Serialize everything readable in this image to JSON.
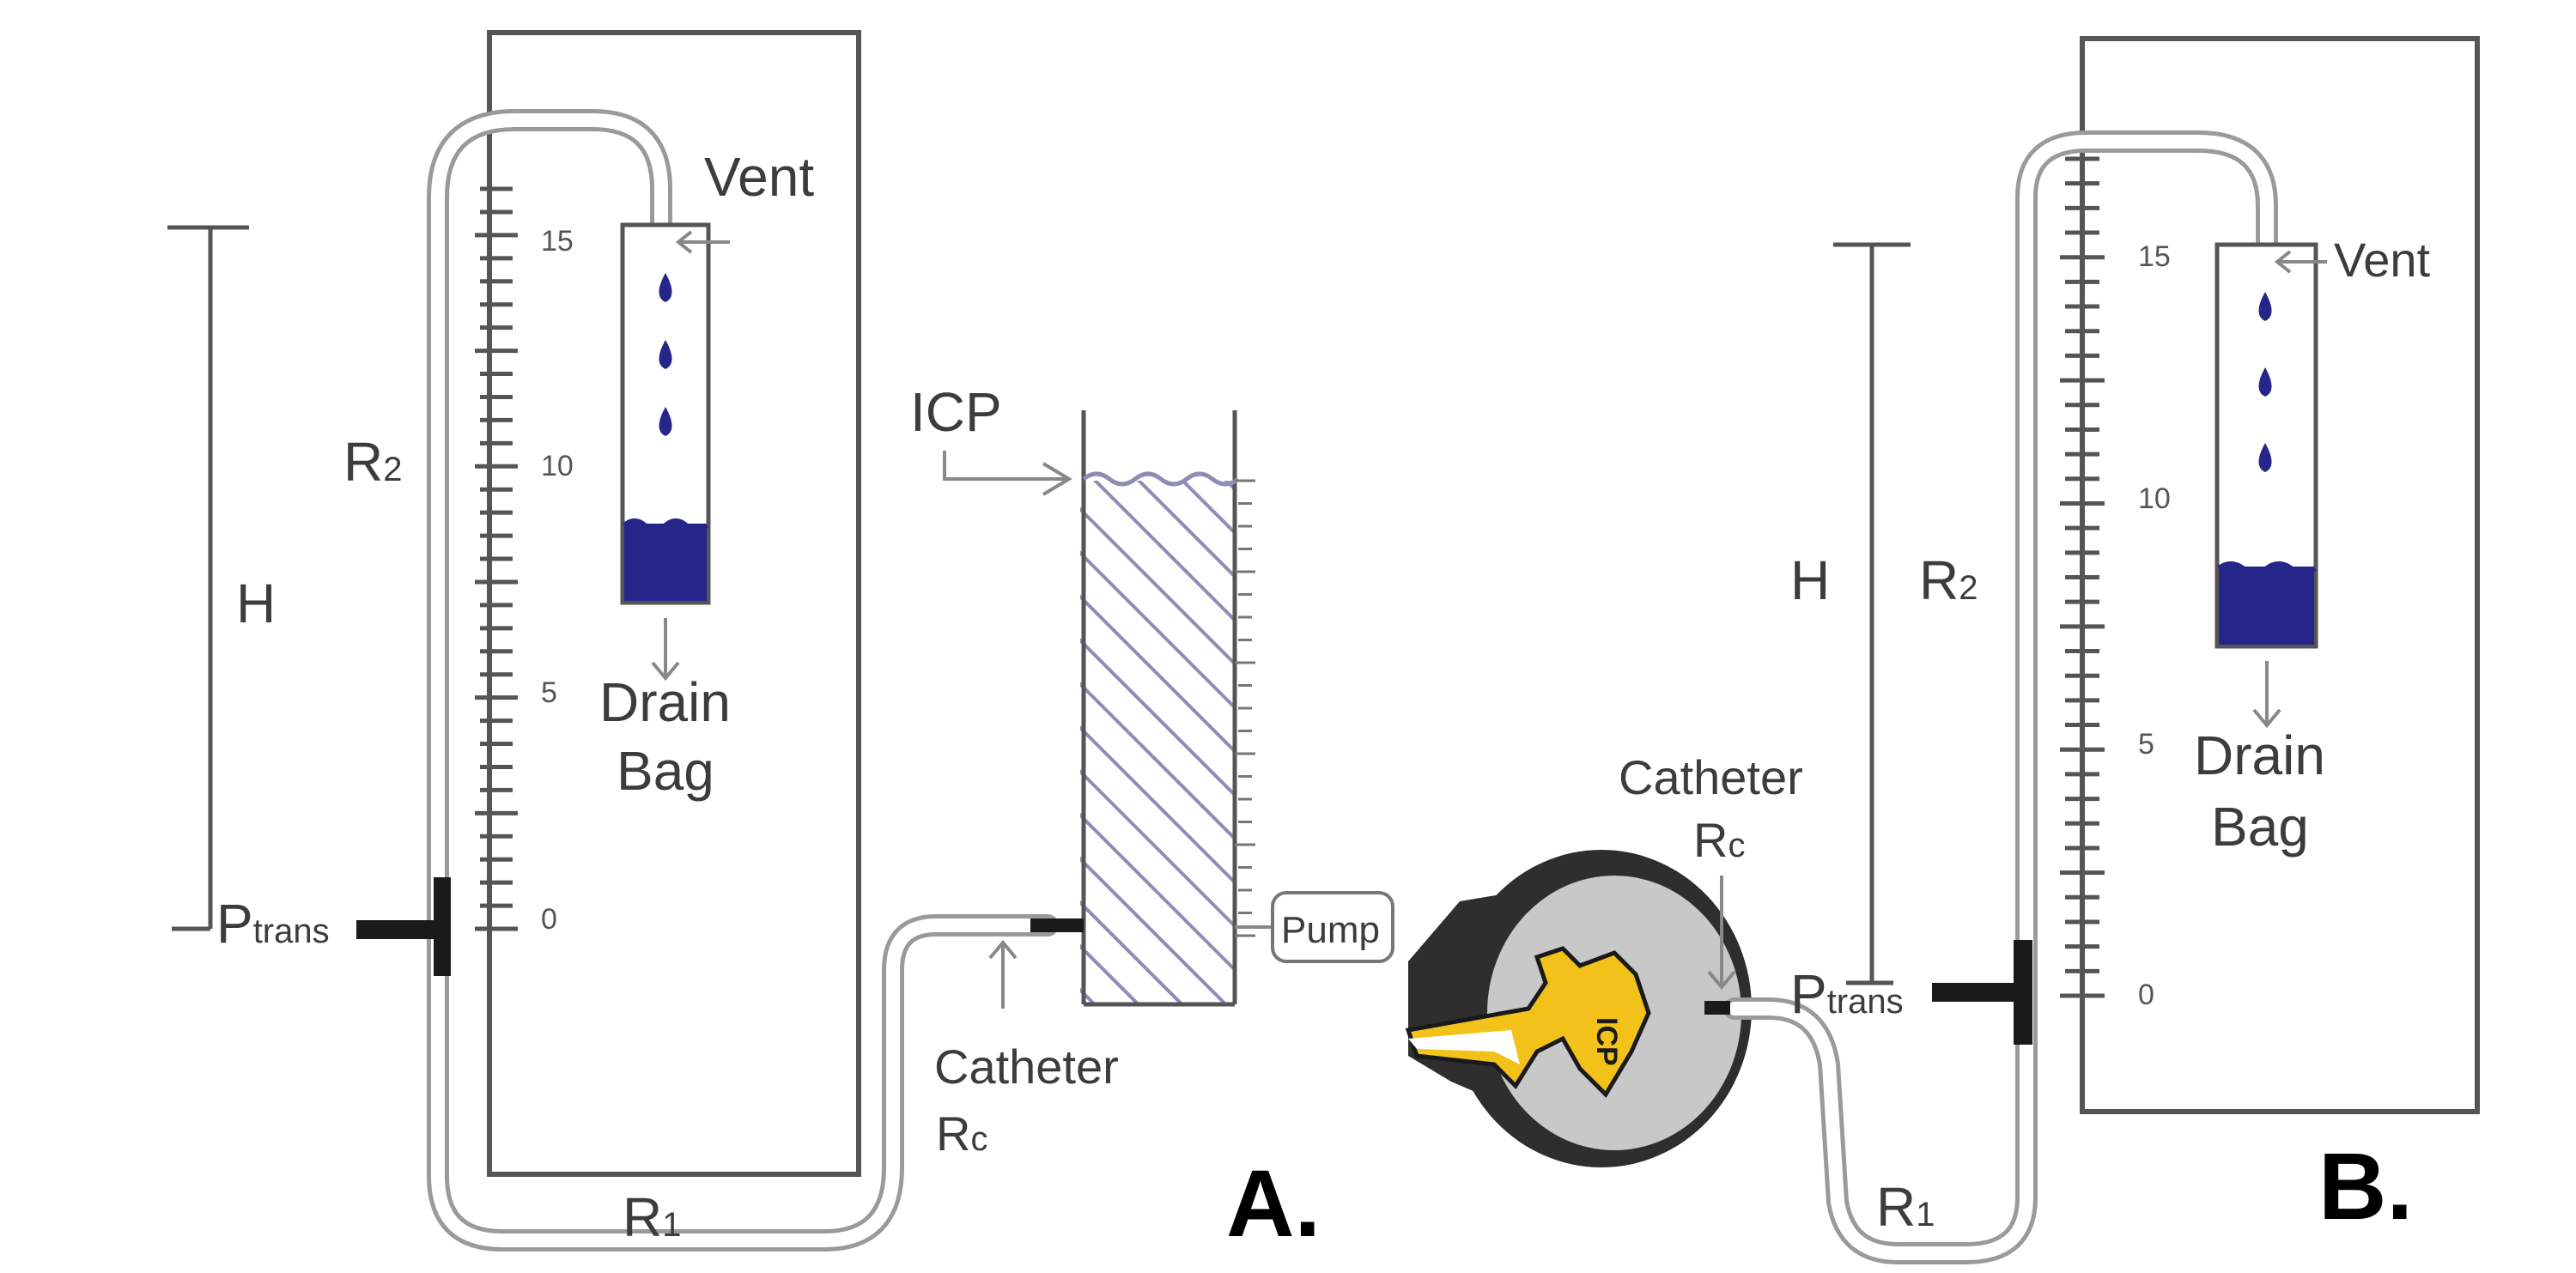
{
  "colors": {
    "ink": "#3c3c3c",
    "tube": "#9a9a9a",
    "fluid": "#25258a",
    "hatch": "#8d8db5",
    "brain_yellow": "#f2c21b",
    "head_dark": "#2e2e2e",
    "skull_gray": "#c8c8c8"
  },
  "panel_a": {
    "letter": "A.",
    "vent_label": "Vent",
    "drain_label_1": "Drain",
    "drain_label_2": "Bag",
    "h_label": "H",
    "r2_label": "R",
    "r2_sub": "2",
    "r1_label": "R",
    "r1_sub": "1",
    "ptrans_label": "P",
    "ptrans_sub": "trans",
    "icp_label": "ICP",
    "catheter_label": "Catheter",
    "rc_label": "R",
    "rc_sub": "c",
    "pump_label": "Pump",
    "scale_labels": [
      "0",
      "5",
      "10",
      "15"
    ]
  },
  "panel_b": {
    "letter": "B.",
    "vent_label": "Vent",
    "drain_label_1": "Drain",
    "drain_label_2": "Bag",
    "h_label": "H",
    "r2_label": "R",
    "r2_sub": "2",
    "r1_label": "R",
    "r1_sub": "1",
    "ptrans_label": "P",
    "ptrans_sub": "trans",
    "catheter_label": "Catheter",
    "rc_label": "R",
    "rc_sub": "c",
    "icp_brain_label": "ICP",
    "scale_labels": [
      "0",
      "5",
      "10",
      "15"
    ]
  }
}
